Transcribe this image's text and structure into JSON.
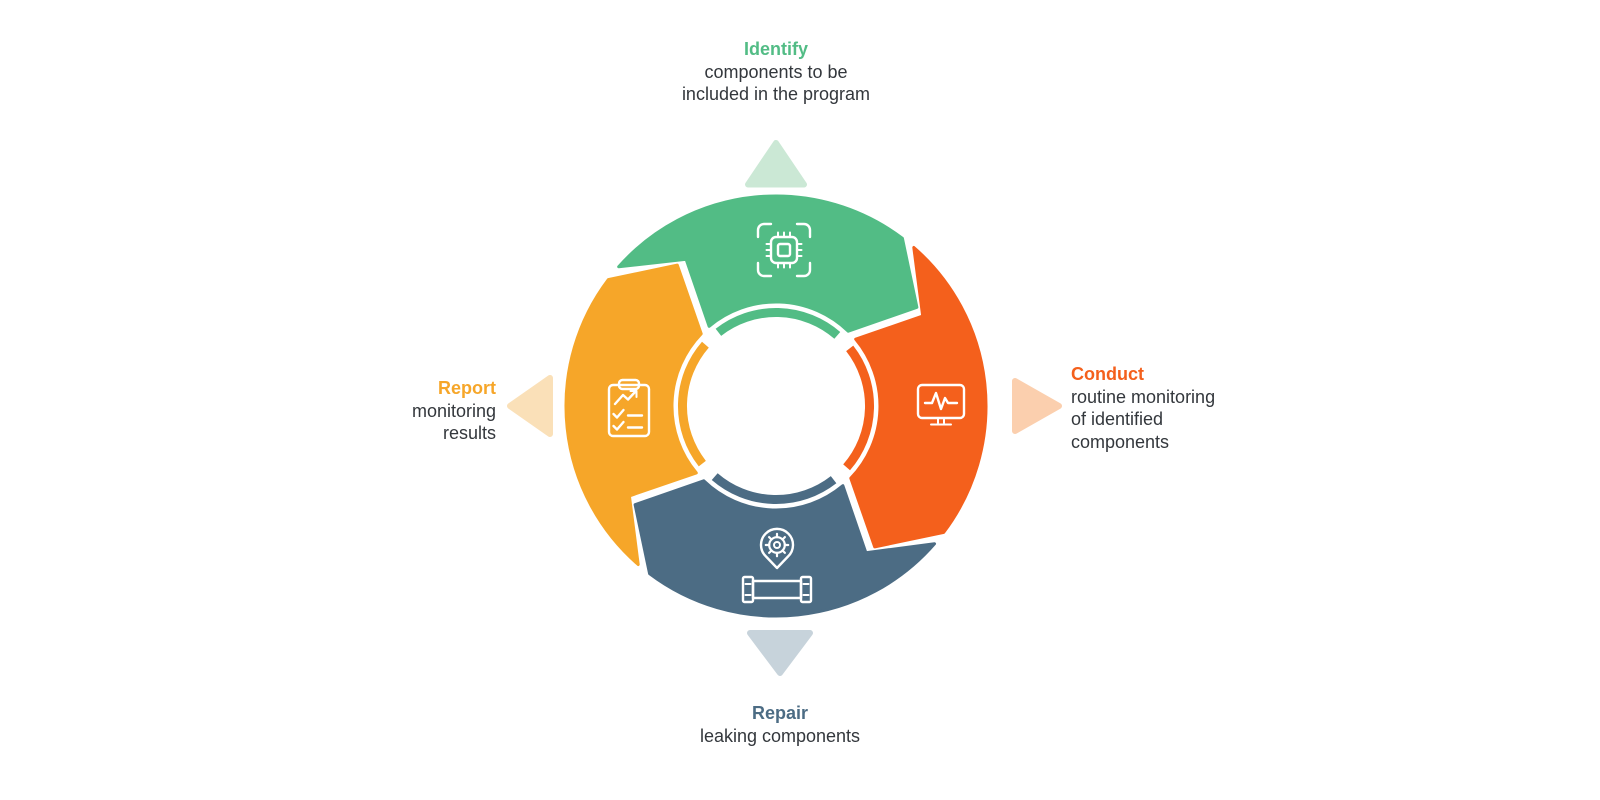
{
  "diagram": {
    "icon_color": "#ffffff",
    "text_color": "#33373c",
    "steps": [
      {
        "key": "identify",
        "position": "top",
        "heading": "Identify",
        "body": "components to be\nincluded in the program",
        "color": "#52bc85",
        "arrow_color": "#cbe8d5",
        "icon": "chip-scan-icon"
      },
      {
        "key": "conduct",
        "position": "right",
        "heading": "Conduct",
        "body": "routine monitoring\nof identified\ncomponents",
        "color": "#f4601c",
        "arrow_color": "#fbcfae",
        "icon": "monitor-pulse-icon"
      },
      {
        "key": "repair",
        "position": "bottom",
        "heading": "Repair",
        "body": "leaking components",
        "color": "#4c6c84",
        "arrow_color": "#c7d3db",
        "icon": "gear-pin-pipe-icon"
      },
      {
        "key": "report",
        "position": "left",
        "heading": "Report",
        "body": "monitoring\nresults",
        "color": "#f6a629",
        "arrow_color": "#fae0b8",
        "icon": "clipboard-checklist-icon"
      }
    ]
  }
}
